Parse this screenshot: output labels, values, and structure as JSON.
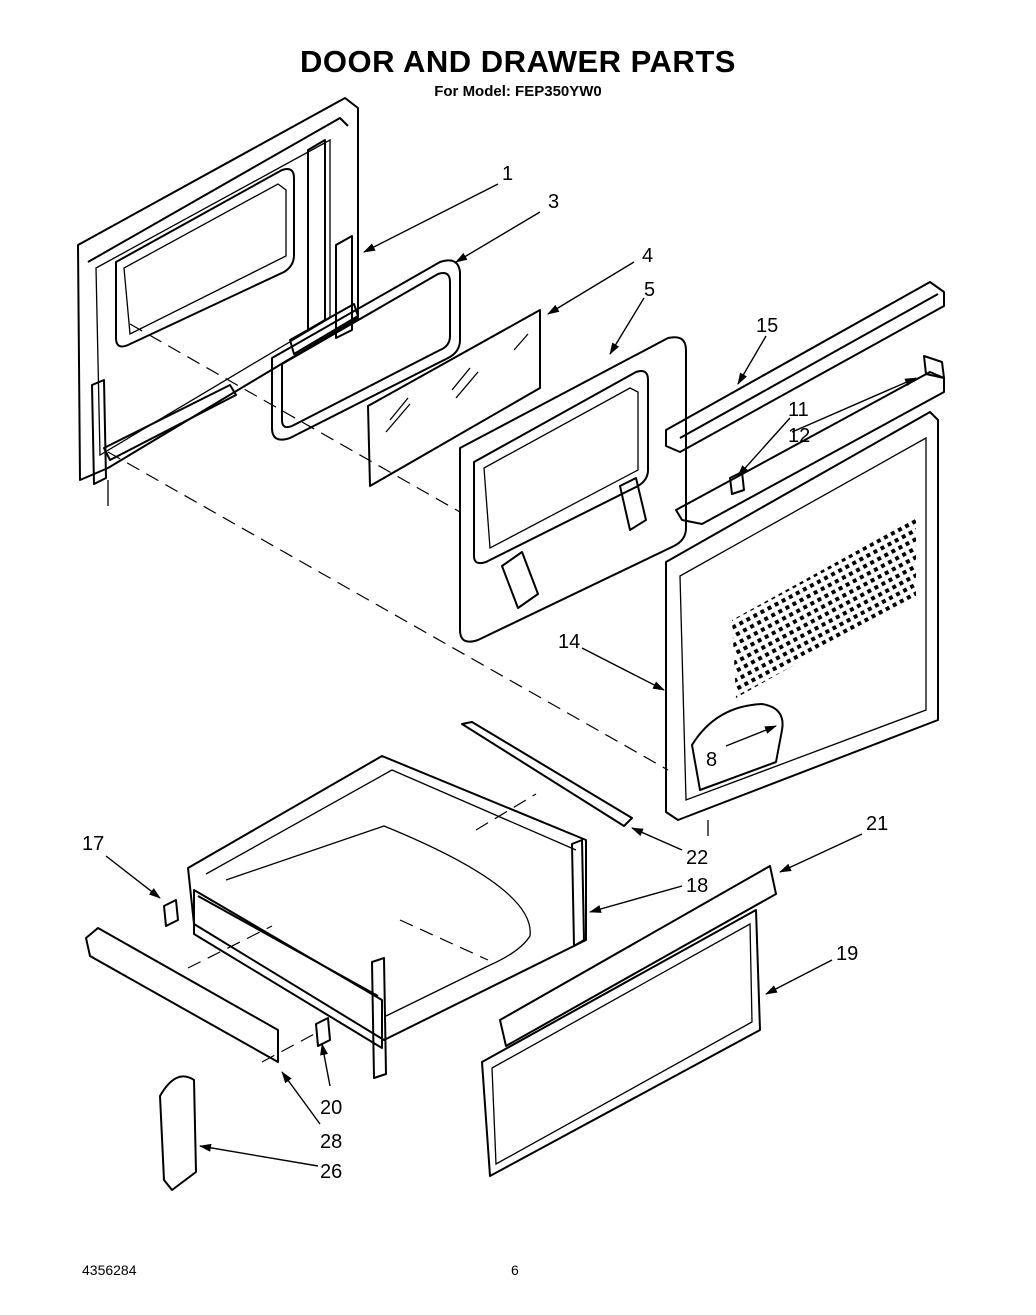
{
  "header": {
    "title": "DOOR AND DRAWER PARTS",
    "subtitle": "For Model: FEP350YW0"
  },
  "callouts": {
    "c1": "1",
    "c3": "3",
    "c4": "4",
    "c5": "5",
    "c15": "15",
    "c11": "11",
    "c12": "12",
    "c14": "14",
    "c8": "8",
    "c17": "17",
    "c22": "22",
    "c21": "21",
    "c18": "18",
    "c19": "19",
    "c20": "20",
    "c28": "28",
    "c26": "26"
  },
  "footer": {
    "doc_number": "4356284",
    "page_number": "6"
  }
}
